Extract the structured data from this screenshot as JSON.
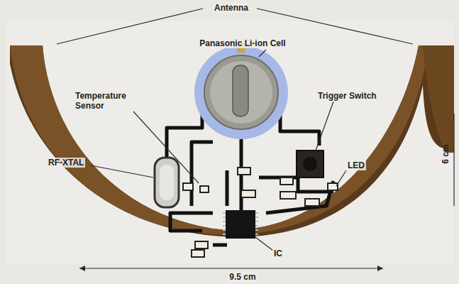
{
  "diagram": {
    "labels": [
      "Antenna",
      "Panasonic Li-ion Cell",
      "Temperature Sensor",
      "Trigger Switch",
      "RF-XTAL",
      "LED",
      "IC",
      "9.5 cm",
      "6 cm"
    ]
  }
}
